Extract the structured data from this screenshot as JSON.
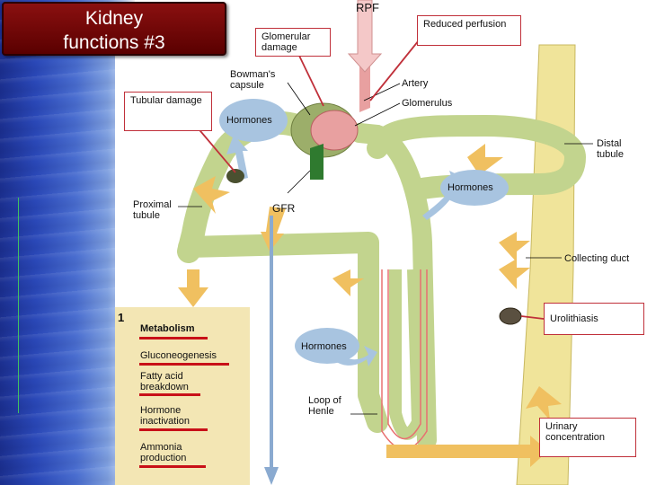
{
  "slide": {
    "title_line1": "Kidney",
    "title_line2": "functions #3"
  },
  "labels": {
    "rpf": "RPF",
    "bowmans": "Bowman's capsule",
    "hormones_top": "Hormones",
    "artery": "Artery",
    "glomerulus": "Glomerulus",
    "distal": "Distal tubule",
    "hormones_right": "Hormones",
    "proximal": "Proximal tubule",
    "gfr": "GFR",
    "collecting": "Collecting duct",
    "hormones_bottom": "Hormones",
    "loop": "Loop of Henle"
  },
  "callouts": {
    "glomerular_damage": "Glomerular damage",
    "reduced_perfusion": "Reduced perfusion",
    "tubular_damage": "Tubular damage",
    "urolithiasis": "Urolithiasis",
    "urinary_concentration": "Urinary concentration"
  },
  "panel": {
    "number": "1",
    "items": [
      "Metabolism",
      "Gluconeogenesis",
      "Fatty acid breakdown",
      "Hormone inactivation",
      "Ammonia production"
    ]
  },
  "colors": {
    "tubule": "#c2d48e",
    "duct": "#f0e49a",
    "arrow": "#f0c060",
    "hormone": "#a8c4e0",
    "artery": "#e8a0a0",
    "highlight": "#c0303a"
  }
}
